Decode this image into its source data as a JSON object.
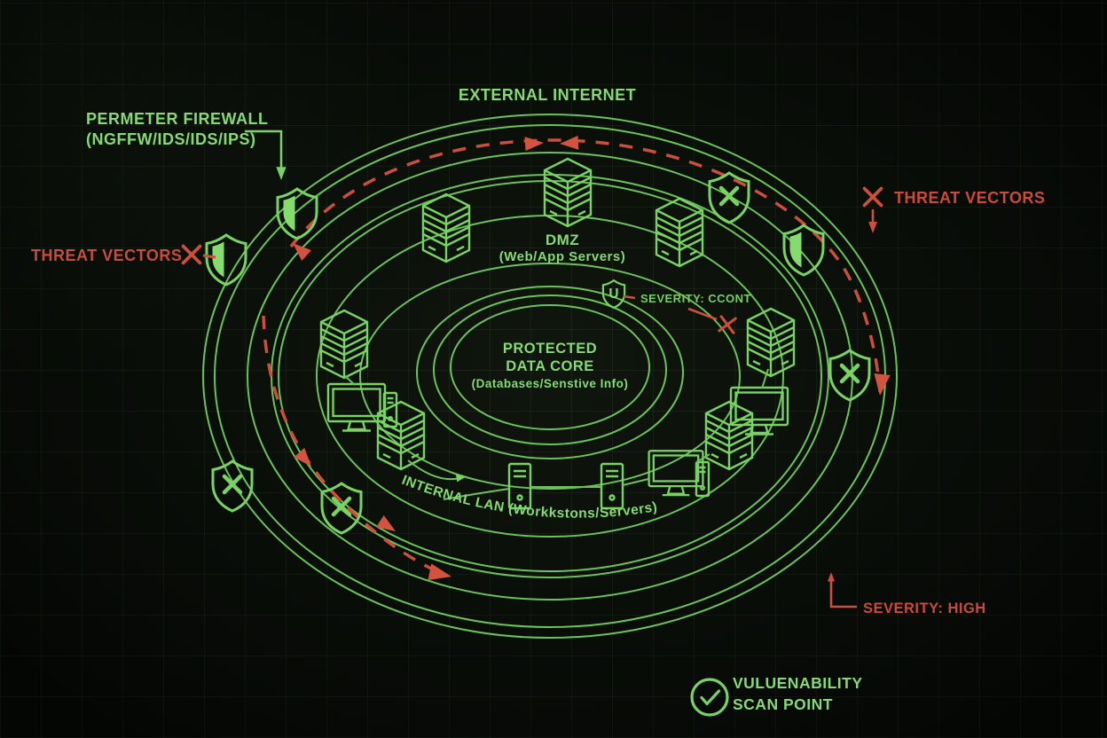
{
  "diagram": {
    "title_zone_outer": "EXTERNAL INTERNET",
    "type": "network-security-concentric-zones"
  },
  "labels": {
    "external_internet": "EXTERNAL INTERNET",
    "perimeter_firewall_line1": "PERMETER FIREWALL",
    "perimeter_firewall_line2": "(NGFFW/IDS/IDS/IPS)",
    "threat_vectors_left": "THREAT VECTORS",
    "threat_vectors_right": "THREAT VECTORS",
    "dmz_title": "DMZ",
    "dmz_subtitle": "(Web/App Servers)",
    "severity_contained": "SEVERITY: CCONT",
    "core_line1": "PROTECTED",
    "core_line2": "DATA CORE",
    "core_line3": "(Databases/Senstive Info)",
    "internal_lan": "INTERNAL LAN (Workkstons/Servers)",
    "severity_high": "SEVERITY: HIGH",
    "vulnerability_line1": "VULUENABILITY",
    "vulnerability_line2": "SCAN POINT",
    "shield_badge_glyph": "U"
  },
  "icons": {
    "shield_half": "shield-half-filled-icon",
    "shield_blocked": "shield-x-icon",
    "shield_badge": "shield-u-badge-icon",
    "server_stack": "server-stack-icon",
    "tower_server": "tower-server-icon",
    "workstation": "workstation-monitor-icon",
    "desktop_pc": "desktop-pc-icon",
    "x_mark": "x-mark-icon",
    "check_circle": "check-circle-icon",
    "threat_arrow": "threat-flow-arrow-icon"
  },
  "colors": {
    "background": "#090d08",
    "grid": "#26341f",
    "line_green": "#6cc25a",
    "text_green": "#86d973",
    "text_red": "#c84b3c",
    "arrow_red": "#d2543f"
  },
  "zones": [
    {
      "name": "External Internet",
      "ring": 1
    },
    {
      "name": "DMZ (Web/App Servers)",
      "ring": 2
    },
    {
      "name": "Internal LAN (Workstations/Servers)",
      "ring": 3
    },
    {
      "name": "Protected Data Core (Databases/Sensitive Info)",
      "ring": 4
    }
  ]
}
